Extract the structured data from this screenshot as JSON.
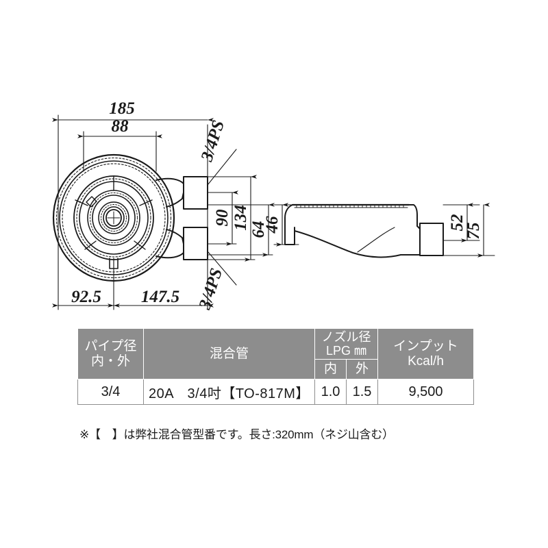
{
  "drawing": {
    "title_hidden": "",
    "views": {
      "top": {
        "name": "burner-top-view"
      },
      "side": {
        "name": "burner-side-view"
      }
    },
    "dimensions": {
      "top_overall_width": "185",
      "top_inner_width": "88",
      "bottom_left": "92.5",
      "bottom_right": "147.5",
      "vert_90": "90",
      "vert_134": "134",
      "vert_64": "64",
      "side_46": "46",
      "side_52": "52",
      "side_75": "75"
    },
    "callouts": {
      "thread_upper": "3/4PS",
      "thread_lower": "3/4PS"
    }
  },
  "table": {
    "headers": {
      "pipe_dia_l1": "パイプ径",
      "pipe_dia_l2": "内・外",
      "mixing_tube": "混合管",
      "nozzle_dia_l1": "ノズル径",
      "nozzle_dia_l2": "LPG ㎜",
      "nozzle_inner": "内",
      "nozzle_outer": "外",
      "input_l1": "インプット",
      "input_l2": "Kcal/h"
    },
    "rows": [
      {
        "pipe_dia": "3/4",
        "mixing_tube": "20A　3/4吋【TO-817M】",
        "nozzle_inner": "1.0",
        "nozzle_outer": "1.5",
        "input": "9,500"
      }
    ]
  },
  "note": "※【　】は弊社混合管型番です。長さ:320mm（ネジ山含む）",
  "colors": {
    "header_gray": "#8d8d8d",
    "line": "#1a1a1a",
    "background": "#ffffff"
  }
}
